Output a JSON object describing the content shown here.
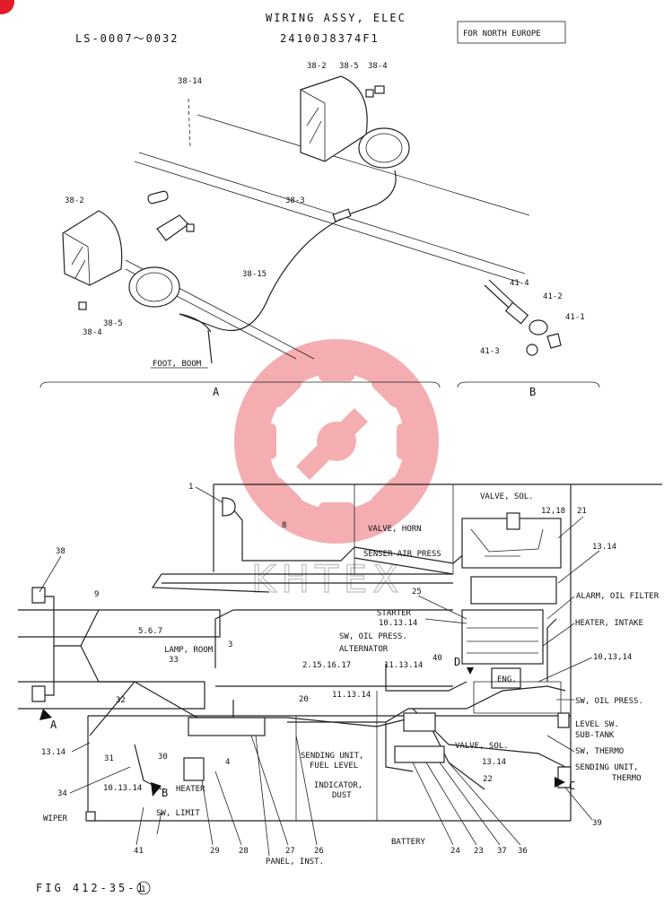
{
  "header": {
    "serial_range": "LS-0007～0032",
    "title": "WIRING ASSY, ELEC",
    "part_number": "24100J8374F1",
    "region_box": "FOR NORTH EUROPE"
  },
  "watermark": {
    "text": "KHTEX",
    "color": "#f07a80"
  },
  "top_views": {
    "view_a": "A",
    "view_b": "B",
    "labels": {
      "p38_14": "38-14",
      "p38_2a": "38-2",
      "p38_5a": "38-5",
      "p38_4a": "38-4",
      "p38_3": "38-3",
      "p38_2b": "38-2",
      "p38_15": "38-15",
      "p38_5b": "38-5",
      "p38_4b": "38-4",
      "foot_boom": "FOOT, BOOM",
      "p41_4": "41-4",
      "p41_2": "41-2",
      "p41_1": "41-1",
      "p41_3": "41-3"
    }
  },
  "schematic": {
    "labels": {
      "n1": "1",
      "n8": "8",
      "valve_sol_top": "VALVE, SOL.",
      "n12_18": "12,18",
      "n21": "21",
      "valve_horn": "VALVE, HORN",
      "senser_air": "SENSER AIR PRESS",
      "n13_14_top": "13.14",
      "n38": "38",
      "n9": "9",
      "n25": "25",
      "alarm_oil": "ALARM, OIL FILTER",
      "starter": "STARTER",
      "n10_13_14a": "10.13.14",
      "heater_intake": "HEATER, INTAKE",
      "n567": "5.6.7",
      "lamp_room": "LAMP, ROOM",
      "n3": "3",
      "n33": "33",
      "sw_oil_press_l": "SW, OIL PRESS.",
      "alternator": "ALTERNATOR",
      "n40": "40",
      "eng": "ENG.",
      "n10_13_14b": "10,13,14",
      "n2_15_16_17": "2.15.16.17",
      "n11_13_14a": "11.13.14",
      "sw_oil_press_r": "SW, OIL PRESS.",
      "view_d": "D",
      "n32": "32",
      "n20": "20",
      "n11_13_14b": "11.13.14",
      "level_sw": "LEVEL SW.",
      "sub_tank": "SUB-TANK",
      "n13_14_l": "13.14",
      "n31": "31",
      "n30": "30",
      "n4": "4",
      "valve_sol_b": "VALVE, SOL.",
      "sw_thermo": "SW, THERMO",
      "sending_fuel1": "SENDING UNIT,",
      "sending_fuel2": "FUEL LEVEL",
      "n13_14_m": "13.14",
      "sending_thermo1": "SENDING UNIT,",
      "sending_thermo2": "THERMO",
      "n22": "22",
      "n34": "34",
      "n10_13_14c": "10.13.14",
      "heater": "HEATER",
      "indicator1": "INDICATOR,",
      "indicator2": "DUST",
      "view_a2": "A",
      "view_b2": "B",
      "view_c": "C",
      "wiper": "WIPER",
      "sw_limit": "SW, LIMIT",
      "n39": "39",
      "battery": "BATTERY",
      "n41": "41",
      "n29": "29",
      "n28": "28",
      "n27": "27",
      "n26": "26",
      "n24": "24",
      "n23": "23",
      "n37": "37",
      "n36": "36",
      "panel_inst": "PANEL, INST."
    }
  },
  "footer": {
    "figure": "FIG 412-35-1",
    "circled": "1"
  }
}
